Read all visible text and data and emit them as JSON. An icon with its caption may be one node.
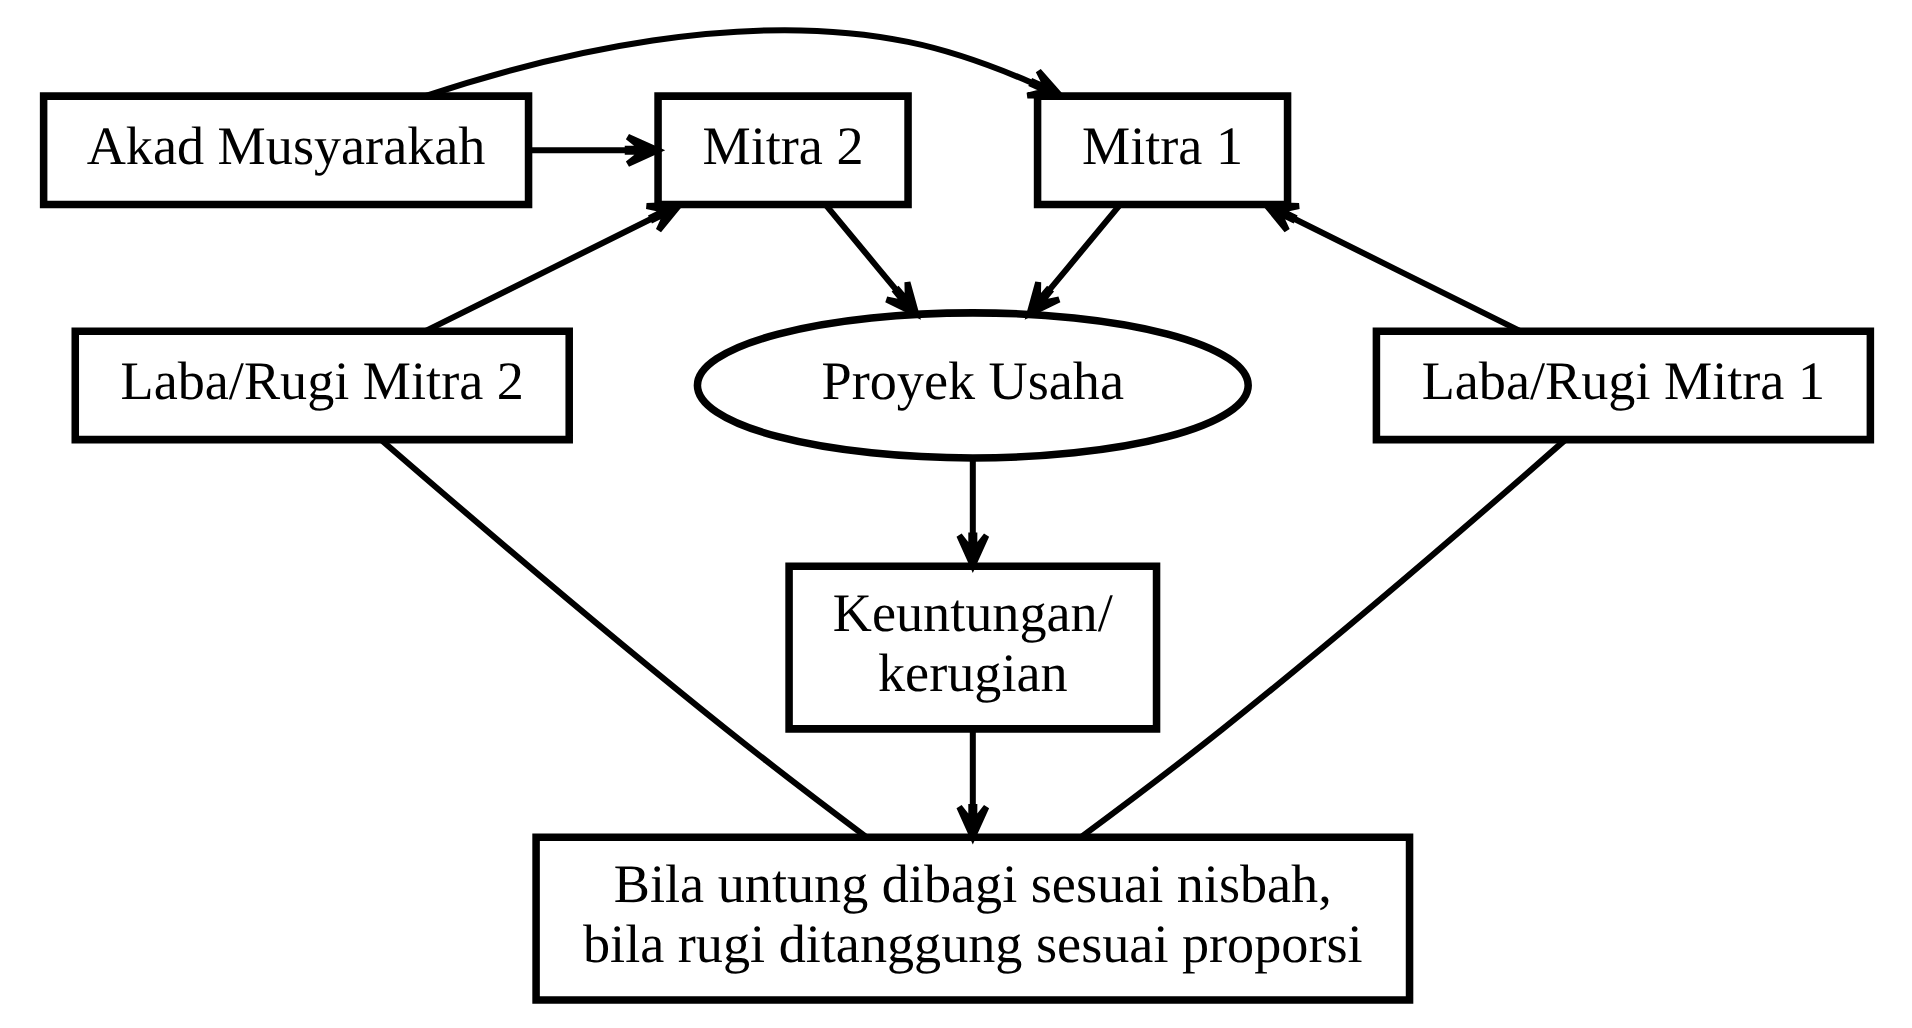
{
  "diagram": {
    "nodes": [
      {
        "text": [
          "Mitra 1"
        ]
      },
      {
        "text": [
          "Akad Musyarakah"
        ]
      },
      {
        "text": [
          "Mitra 2"
        ]
      },
      {
        "text": [
          "Laba/Rugi Mitra 1"
        ]
      },
      {
        "text": [
          "Proyek Usaha"
        ]
      },
      {
        "text": [
          "Laba/Rugi Mitra 2"
        ]
      },
      {
        "text": [
          "Keuntungan/ kerugian"
        ]
      },
      {
        "text": [
          "Bila untung dibagi sesuai nisbah, bila rugi ditanggung sesuai proporsi"
        ]
      }
    ],
    "edges": [
      {
        "from": 1,
        "to": 0,
        "arrow": "to"
      },
      {
        "from": 1,
        "to": 2,
        "arrow": "to"
      },
      {
        "from": 0,
        "to": 4,
        "arrow": "to"
      },
      {
        "from": 2,
        "to": 4,
        "arrow": "to"
      },
      {
        "from": 4,
        "to": 6,
        "arrow": "to"
      },
      {
        "from": 6,
        "to": 7,
        "arrow": "to"
      },
      {
        "from": 7,
        "to": 3,
        "arrow": "none"
      },
      {
        "from": 3,
        "to": 0,
        "arrow": "to"
      },
      {
        "from": 7,
        "to": 5,
        "arrow": "none"
      },
      {
        "from": 5,
        "to": 2,
        "arrow": "to"
      }
    ]
  }
}
